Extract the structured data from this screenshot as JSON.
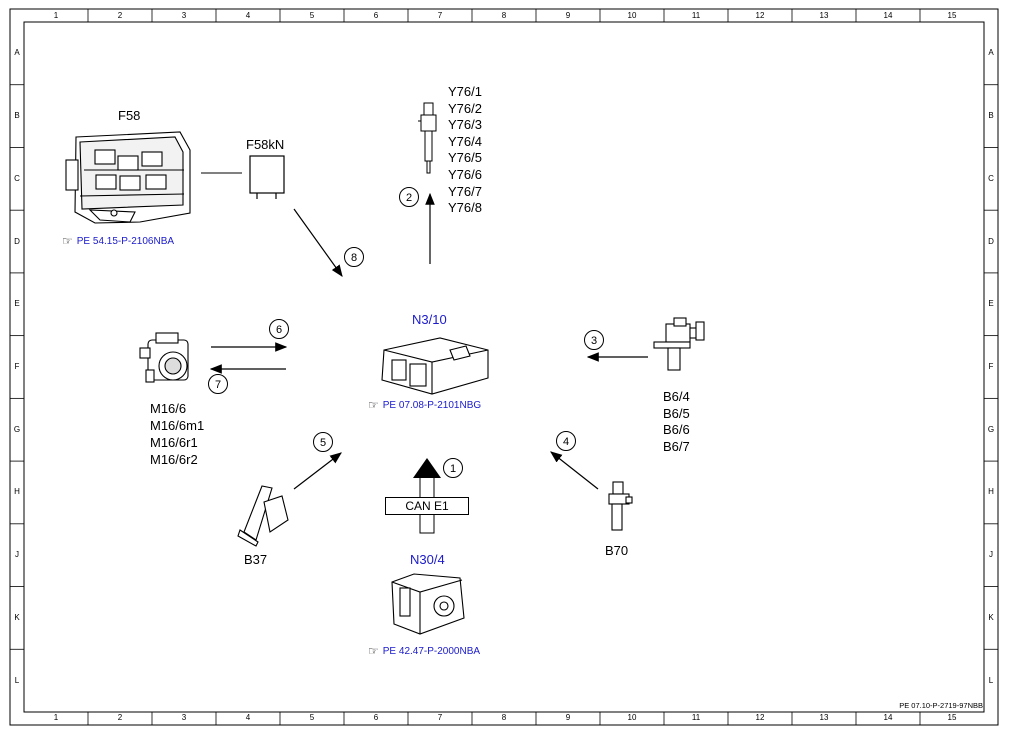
{
  "frame": {
    "columns": [
      "1",
      "2",
      "3",
      "4",
      "5",
      "6",
      "7",
      "8",
      "9",
      "10",
      "11",
      "12",
      "13",
      "14",
      "15"
    ],
    "rows": [
      "A",
      "B",
      "C",
      "D",
      "E",
      "F",
      "G",
      "H",
      "J",
      "K",
      "L"
    ]
  },
  "components": {
    "f58": {
      "label": "F58",
      "reference": "PE 54.15-P-2106NBA"
    },
    "f58kn": {
      "label": "F58kN"
    },
    "y76": {
      "labels": [
        "Y76/1",
        "Y76/2",
        "Y76/3",
        "Y76/4",
        "Y76/5",
        "Y76/6",
        "Y76/7",
        "Y76/8"
      ]
    },
    "n3_10": {
      "label": "N3/10",
      "reference": "PE 07.08-P-2101NBG"
    },
    "m16": {
      "labels": [
        "M16/6",
        "M16/6m1",
        "M16/6r1",
        "M16/6r2"
      ]
    },
    "b6": {
      "labels": [
        "B6/4",
        "B6/5",
        "B6/6",
        "B6/7"
      ]
    },
    "b37": {
      "label": "B37"
    },
    "b70": {
      "label": "B70"
    },
    "can": {
      "label": "CAN E1"
    },
    "n30_4": {
      "label": "N30/4",
      "reference": "PE 42.47-P-2000NBA"
    }
  },
  "signals": [
    "1",
    "2",
    "3",
    "4",
    "5",
    "6",
    "7",
    "8"
  ],
  "footer": {
    "code": "PE 07.10-P-2719-97NBB"
  },
  "colors": {
    "link": "#1a1acc",
    "line": "#000000"
  },
  "icons": {
    "reference": "pointing-hand-icon"
  }
}
